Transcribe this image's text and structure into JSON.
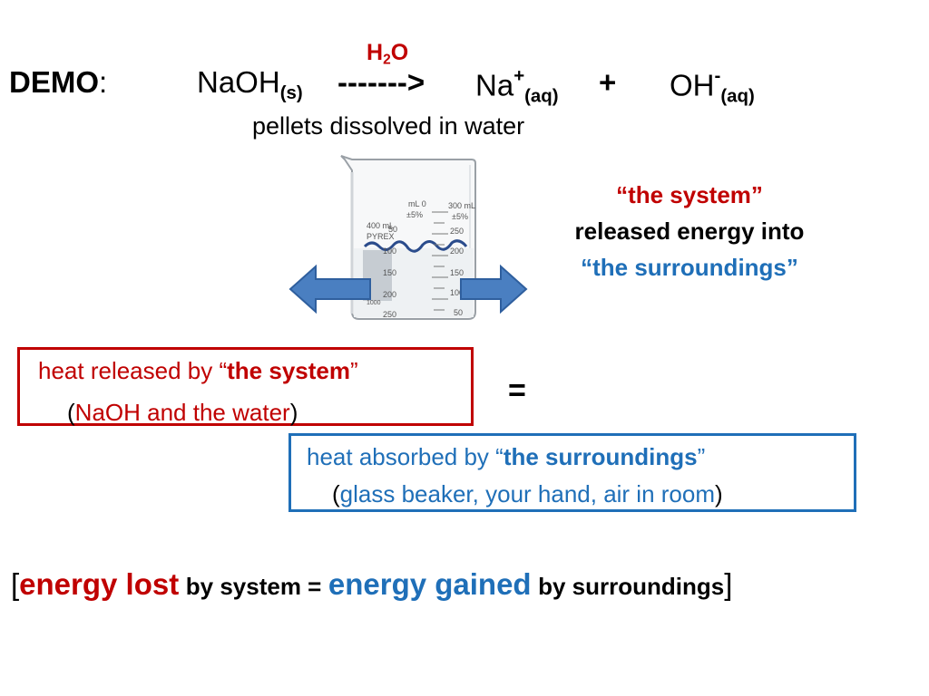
{
  "equation": {
    "demo_label": "DEMO",
    "demo_colon": ":",
    "reactant": "NaOH",
    "reactant_state": "(s)",
    "arrow": "------->",
    "solvent_h": "H",
    "solvent_sub": "2",
    "solvent_o": "O",
    "product1": "Na",
    "product1_charge": "+",
    "product1_state": "(aq)",
    "plus": "+",
    "product2": "OH",
    "product2_charge": "-",
    "product2_state": "(aq)"
  },
  "pellets_caption": "pellets dissolved in water",
  "beaker": {
    "ml_label": "mL",
    "ml_zero": "0",
    "ml_300": "300",
    "ml_unit": "mL",
    "pct_left": "±5%",
    "pct_right": "±5%",
    "capacity": "400 mL",
    "brand": "PYREX",
    "left_scale": [
      "50",
      "100",
      "150",
      "200",
      "250"
    ],
    "right_scale": [
      "250",
      "200",
      "150",
      "100",
      "50"
    ],
    "bottom_mark": "1000",
    "arrow_color": "#4a7fc1"
  },
  "system_note": {
    "line1": "“the system”",
    "line2": "released energy into",
    "line3": "“the surroundings”"
  },
  "red_box": {
    "line1_pre": "heat released by “",
    "line1_bold": "the system",
    "line1_post": "”",
    "line2_open": "(",
    "line2_inner": "NaOH and the water",
    "line2_close": ")"
  },
  "equals": "=",
  "blue_box": {
    "line1_pre": "heat absorbed by “",
    "line1_bold": "the surroundings",
    "line1_post": "”",
    "line2_open": "(",
    "line2_inner": "glass beaker, your hand, air in room",
    "line2_close": ")"
  },
  "summary": {
    "open": "[",
    "energy_lost": "energy lost",
    "middle": "by system =",
    "energy_gained": "energy gained",
    "end": "by surroundings",
    "close": "]"
  },
  "colors": {
    "red": "#c00000",
    "blue": "#1f6fb8",
    "arrow_fill": "#4a7fc1"
  }
}
